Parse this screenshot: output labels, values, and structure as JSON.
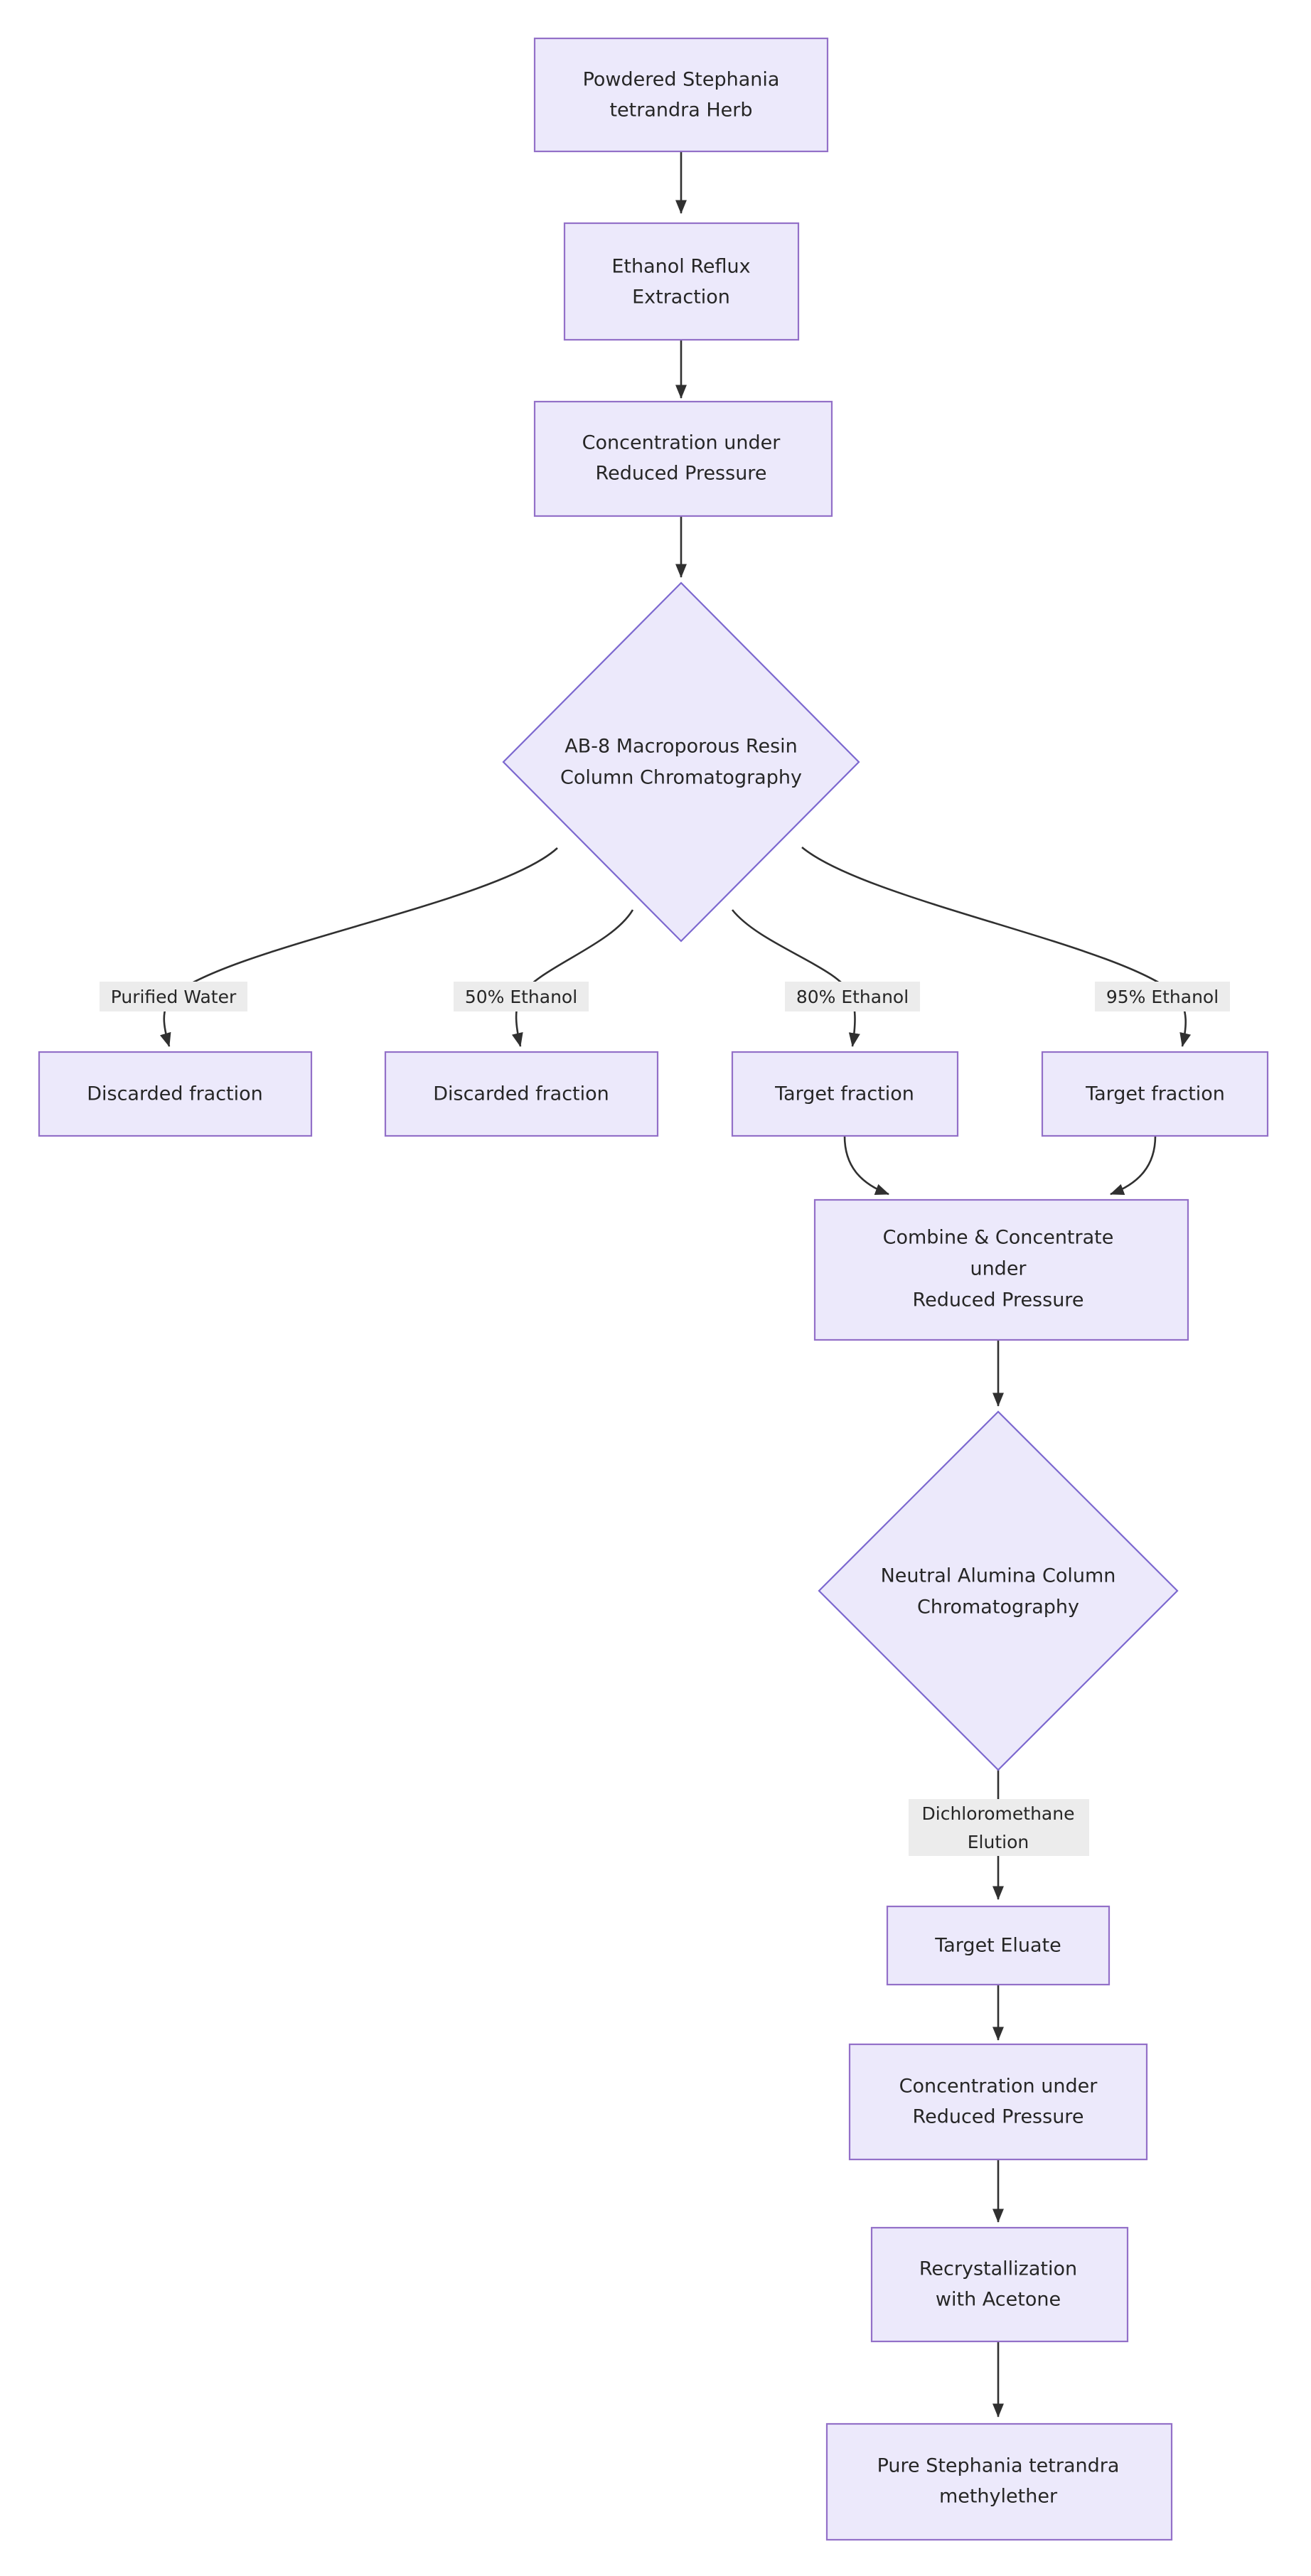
{
  "diagram": {
    "type": "flowchart",
    "title": "Stephania tetrandra methylether extraction and purification workflow",
    "orientation": "top-to-bottom",
    "colors": {
      "node_fill": "#ece9fb",
      "node_border": "#9370c8",
      "diamond_border": "#7c68cf",
      "edge_stroke": "#303030",
      "edge_label_bg": "#ececec",
      "text": "#262626",
      "background": "#ffffff"
    },
    "nodes": [
      {
        "id": "n1",
        "shape": "rect",
        "lines": [
          "Powdered Stephania",
          "tetrandra Herb"
        ]
      },
      {
        "id": "n2",
        "shape": "rect",
        "lines": [
          "Ethanol Reflux",
          "Extraction"
        ]
      },
      {
        "id": "n3",
        "shape": "rect",
        "lines": [
          "Concentration under",
          "Reduced Pressure"
        ]
      },
      {
        "id": "n4",
        "shape": "diamond",
        "lines": [
          "AB-8 Macroporous Resin",
          "Column Chromatography"
        ]
      },
      {
        "id": "n5",
        "shape": "rect",
        "lines": [
          "Discarded fraction"
        ]
      },
      {
        "id": "n6",
        "shape": "rect",
        "lines": [
          "Discarded fraction"
        ]
      },
      {
        "id": "n7",
        "shape": "rect",
        "lines": [
          "Target fraction"
        ]
      },
      {
        "id": "n8",
        "shape": "rect",
        "lines": [
          "Target fraction"
        ]
      },
      {
        "id": "n9",
        "shape": "rect",
        "lines": [
          "Combine & Concentrate",
          "under",
          "Reduced Pressure"
        ]
      },
      {
        "id": "n10",
        "shape": "diamond",
        "lines": [
          "Neutral Alumina Column",
          "Chromatography"
        ]
      },
      {
        "id": "n11",
        "shape": "rect",
        "lines": [
          "Target Eluate"
        ]
      },
      {
        "id": "n12",
        "shape": "rect",
        "lines": [
          "Concentration under",
          "Reduced Pressure"
        ]
      },
      {
        "id": "n13",
        "shape": "rect",
        "lines": [
          "Recrystallization",
          "with Acetone"
        ]
      },
      {
        "id": "n14",
        "shape": "rect",
        "lines": [
          "Pure Stephania tetrandra",
          "methylether"
        ]
      }
    ],
    "edge_labels": [
      {
        "id": "e1",
        "lines": [
          "Purified Water"
        ]
      },
      {
        "id": "e2",
        "lines": [
          "50% Ethanol"
        ]
      },
      {
        "id": "e3",
        "lines": [
          "80% Ethanol"
        ]
      },
      {
        "id": "e4",
        "lines": [
          "95% Ethanol"
        ]
      },
      {
        "id": "e5",
        "lines": [
          "Dichloromethane",
          "Elution"
        ]
      }
    ],
    "edges": [
      {
        "from": "n1",
        "to": "n2",
        "label": ""
      },
      {
        "from": "n2",
        "to": "n3",
        "label": ""
      },
      {
        "from": "n3",
        "to": "n4",
        "label": ""
      },
      {
        "from": "n4",
        "to": "n5",
        "label": "Purified Water"
      },
      {
        "from": "n4",
        "to": "n6",
        "label": "50% Ethanol"
      },
      {
        "from": "n4",
        "to": "n7",
        "label": "80% Ethanol"
      },
      {
        "from": "n4",
        "to": "n8",
        "label": "95% Ethanol"
      },
      {
        "from": "n7",
        "to": "n9",
        "label": ""
      },
      {
        "from": "n8",
        "to": "n9",
        "label": ""
      },
      {
        "from": "n9",
        "to": "n10",
        "label": ""
      },
      {
        "from": "n10",
        "to": "n11",
        "label": "Dichloromethane Elution"
      },
      {
        "from": "n11",
        "to": "n12",
        "label": ""
      },
      {
        "from": "n12",
        "to": "n13",
        "label": ""
      },
      {
        "from": "n13",
        "to": "n14",
        "label": ""
      }
    ]
  }
}
